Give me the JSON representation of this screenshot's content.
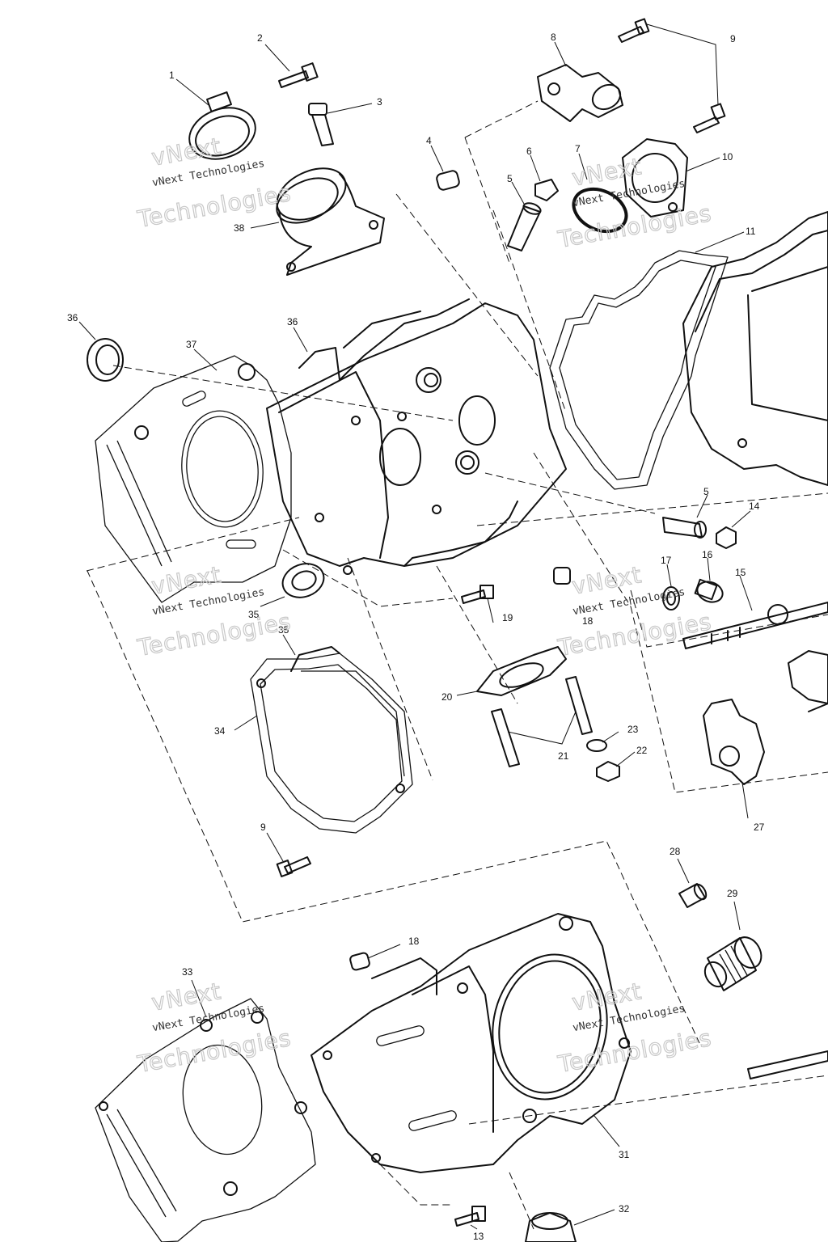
{
  "callouts": [
    "1",
    "2",
    "3",
    "4",
    "5",
    "6",
    "7",
    "8",
    "9",
    "10",
    "11",
    "36",
    "37",
    "36",
    "38",
    "5",
    "14",
    "17",
    "16",
    "15",
    "35",
    "18",
    "19",
    "20",
    "21",
    "23",
    "22",
    "34",
    "35",
    "27",
    "9",
    "28",
    "29",
    "18",
    "33",
    "31",
    "32",
    "13"
  ],
  "watermark": {
    "line1": "vNext",
    "line2": "vNext Technologies",
    "line3": "Technologies"
  },
  "colors": {
    "ink": "#111111",
    "paper": "#ffffff",
    "watermark": "#c8c8c8"
  }
}
